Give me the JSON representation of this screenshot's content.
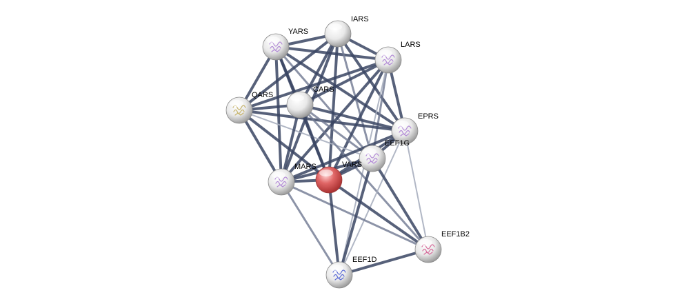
{
  "diagram": {
    "type": "protein-interaction-network",
    "colors": {
      "edge_strong": "#3a4563",
      "edge_medium": "#6f7891",
      "edge_light": "#a9afbf",
      "node_default": "#e6e6e6",
      "node_query": "#d84a4a",
      "structure_purple": "#b28ad6",
      "structure_yellow": "#c6b36a",
      "structure_blue": "#5a6ad6",
      "structure_pink": "#d66a9a"
    },
    "nodes": [
      {
        "id": "YARS",
        "label": "YARS",
        "query": false,
        "structure": "purple"
      },
      {
        "id": "IARS",
        "label": "IARS",
        "query": false,
        "structure": "none"
      },
      {
        "id": "LARS",
        "label": "LARS",
        "query": false,
        "structure": "purple"
      },
      {
        "id": "QARS",
        "label": "QARS",
        "query": false,
        "structure": "yellow"
      },
      {
        "id": "CARS",
        "label": "CARS",
        "query": false,
        "structure": "none"
      },
      {
        "id": "EPRS",
        "label": "EPRS",
        "query": false,
        "structure": "purple"
      },
      {
        "id": "EEF1G",
        "label": "EEF1G",
        "query": false,
        "structure": "purple"
      },
      {
        "id": "MARS",
        "label": "MARS",
        "query": false,
        "structure": "purple"
      },
      {
        "id": "VARS",
        "label": "VARS",
        "query": true,
        "structure": "none"
      },
      {
        "id": "EEF1B2",
        "label": "EEF1B2",
        "query": false,
        "structure": "pink"
      },
      {
        "id": "EEF1D",
        "label": "EEF1D",
        "query": false,
        "structure": "blue"
      }
    ],
    "edges": [
      {
        "source": "YARS",
        "target": "IARS",
        "strength": "strong"
      },
      {
        "source": "YARS",
        "target": "LARS",
        "strength": "strong"
      },
      {
        "source": "YARS",
        "target": "QARS",
        "strength": "strong"
      },
      {
        "source": "YARS",
        "target": "CARS",
        "strength": "strong"
      },
      {
        "source": "YARS",
        "target": "EPRS",
        "strength": "strong"
      },
      {
        "source": "YARS",
        "target": "MARS",
        "strength": "strong"
      },
      {
        "source": "YARS",
        "target": "VARS",
        "strength": "strong"
      },
      {
        "source": "YARS",
        "target": "EEF1G",
        "strength": "medium"
      },
      {
        "source": "IARS",
        "target": "LARS",
        "strength": "strong"
      },
      {
        "source": "IARS",
        "target": "QARS",
        "strength": "strong"
      },
      {
        "source": "IARS",
        "target": "CARS",
        "strength": "strong"
      },
      {
        "source": "IARS",
        "target": "EPRS",
        "strength": "strong"
      },
      {
        "source": "IARS",
        "target": "MARS",
        "strength": "strong"
      },
      {
        "source": "IARS",
        "target": "VARS",
        "strength": "strong"
      },
      {
        "source": "IARS",
        "target": "EEF1G",
        "strength": "medium"
      },
      {
        "source": "LARS",
        "target": "QARS",
        "strength": "strong"
      },
      {
        "source": "LARS",
        "target": "CARS",
        "strength": "strong"
      },
      {
        "source": "LARS",
        "target": "EPRS",
        "strength": "strong"
      },
      {
        "source": "LARS",
        "target": "MARS",
        "strength": "strong"
      },
      {
        "source": "LARS",
        "target": "VARS",
        "strength": "strong"
      },
      {
        "source": "LARS",
        "target": "EEF1G",
        "strength": "medium"
      },
      {
        "source": "LARS",
        "target": "EEF1D",
        "strength": "light"
      },
      {
        "source": "QARS",
        "target": "CARS",
        "strength": "strong"
      },
      {
        "source": "QARS",
        "target": "EPRS",
        "strength": "strong"
      },
      {
        "source": "QARS",
        "target": "MARS",
        "strength": "strong"
      },
      {
        "source": "QARS",
        "target": "VARS",
        "strength": "strong"
      },
      {
        "source": "QARS",
        "target": "EEF1G",
        "strength": "light"
      },
      {
        "source": "CARS",
        "target": "EPRS",
        "strength": "strong"
      },
      {
        "source": "CARS",
        "target": "MARS",
        "strength": "strong"
      },
      {
        "source": "CARS",
        "target": "VARS",
        "strength": "strong"
      },
      {
        "source": "CARS",
        "target": "EEF1G",
        "strength": "medium"
      },
      {
        "source": "CARS",
        "target": "EEF1B2",
        "strength": "medium"
      },
      {
        "source": "EPRS",
        "target": "MARS",
        "strength": "strong"
      },
      {
        "source": "EPRS",
        "target": "VARS",
        "strength": "strong"
      },
      {
        "source": "EPRS",
        "target": "EEF1G",
        "strength": "strong"
      },
      {
        "source": "EPRS",
        "target": "EEF1B2",
        "strength": "light"
      },
      {
        "source": "EPRS",
        "target": "EEF1D",
        "strength": "light"
      },
      {
        "source": "MARS",
        "target": "VARS",
        "strength": "strong"
      },
      {
        "source": "MARS",
        "target": "EEF1G",
        "strength": "strong"
      },
      {
        "source": "MARS",
        "target": "EEF1D",
        "strength": "medium"
      },
      {
        "source": "MARS",
        "target": "EEF1B2",
        "strength": "medium"
      },
      {
        "source": "VARS",
        "target": "EEF1G",
        "strength": "strong"
      },
      {
        "source": "VARS",
        "target": "EEF1B2",
        "strength": "strong"
      },
      {
        "source": "VARS",
        "target": "EEF1D",
        "strength": "strong"
      },
      {
        "source": "EEF1G",
        "target": "EEF1B2",
        "strength": "strong"
      },
      {
        "source": "EEF1G",
        "target": "EEF1D",
        "strength": "strong"
      },
      {
        "source": "EEF1B2",
        "target": "EEF1D",
        "strength": "strong"
      }
    ]
  }
}
